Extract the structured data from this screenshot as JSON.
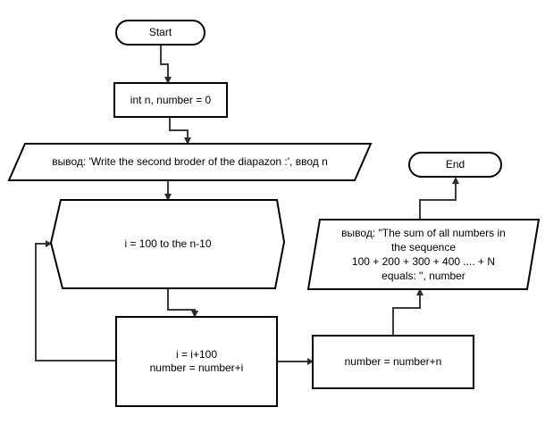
{
  "diagram": {
    "background": "#ffffff",
    "shape_border_color": "#000000",
    "connector_color": "#3a3a3a",
    "text_color": "#000000",
    "nodes": {
      "start": {
        "type": "terminator",
        "label": "Start"
      },
      "init": {
        "type": "process",
        "label": "int n, number = 0"
      },
      "input_prompt": {
        "type": "input-output",
        "label": "вывод: 'Write the second broder of the diapazon :', ввод n"
      },
      "loop": {
        "type": "loop-limit",
        "label": "i = 100 to the n-10"
      },
      "loop_body": {
        "type": "process",
        "label": "i = i+100\nnumber = number+i"
      },
      "add_n": {
        "type": "process",
        "label": "number = number+n"
      },
      "output_result": {
        "type": "input-output",
        "label": "вывод: \"The sum of all numbers in\nthe sequence\n100 + 200 + 300 + 400 .... + N\nequals: \", number"
      },
      "end": {
        "type": "terminator",
        "label": "End"
      }
    }
  }
}
